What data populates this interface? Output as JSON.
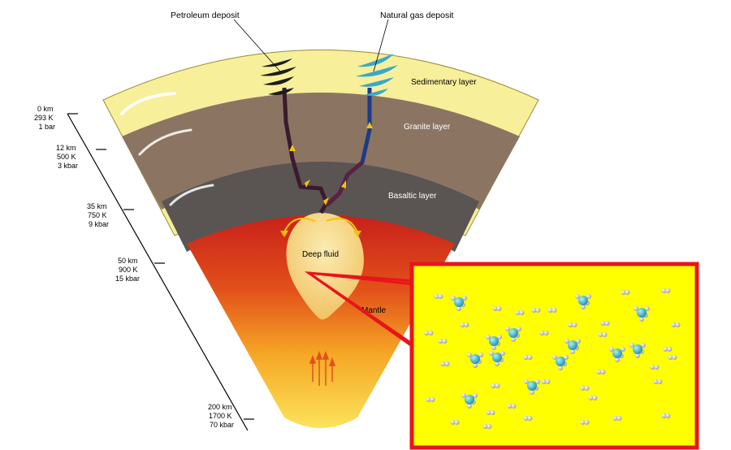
{
  "labels": {
    "petroleum": "Petroleum deposit",
    "natural_gas": "Natural gas deposit",
    "sedimentary": "Sedimentary layer",
    "granite": "Granite layer",
    "basaltic": "Basaltic layer",
    "deep_fluid": "Deep fluid",
    "mantle": "Mantle"
  },
  "depth_scale": [
    {
      "depth": "0 km",
      "temp": "293 K",
      "pressure": "1 bar"
    },
    {
      "depth": "12 km",
      "temp": "500 K",
      "pressure": "3 kbar"
    },
    {
      "depth": "35 km",
      "temp": "750 K",
      "pressure": "9 kbar"
    },
    {
      "depth": "50 km",
      "temp": "900 K",
      "pressure": "15 kbar"
    },
    {
      "depth": "200 km",
      "temp": "1700 K",
      "pressure": "70 kbar"
    }
  ],
  "colors": {
    "sedimentary": "#f7ef9a",
    "granite": "#8b7562",
    "basaltic": "#5a5552",
    "mantle_top": "#c8201a",
    "mantle_bottom": "#fbe35a",
    "petroleum": "#1c1c1c",
    "natural_gas": "#3aa7c9",
    "inset_border": "#e8141b",
    "inset_fill": "#ffff00",
    "molecule_carbon": "#2bb3c7",
    "molecule_hydrogen": "#d9d9d9"
  },
  "inset": {
    "molecule": "methane",
    "methane_count": 13,
    "hydrogen_count": 40
  }
}
